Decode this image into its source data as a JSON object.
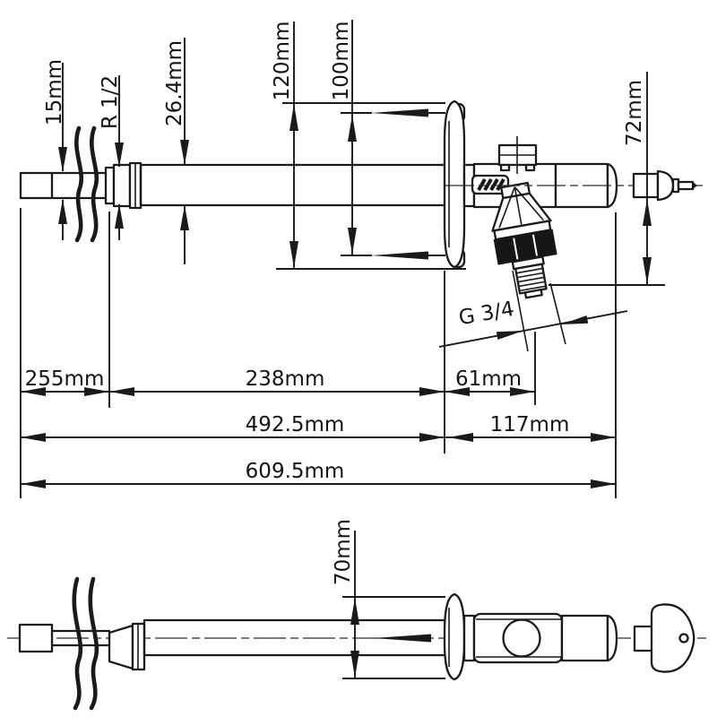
{
  "drawing": {
    "line_color": "#1a1a1a",
    "background_color": "#ffffff",
    "views": [
      "side-elevation",
      "top-view"
    ]
  },
  "side_view": {
    "dimensions": {
      "pipe_end_diameter": "15mm",
      "inlet_thread": "R 1/2",
      "tube_diameter": "26.4mm",
      "flange_height": "120mm",
      "flange_hole_spacing": "100mm",
      "outlet_drop": "72mm",
      "hose_thread": "G 3/4",
      "segment_left": "255mm",
      "segment_middle": "238mm",
      "segment_outlet": "61mm",
      "length_inside_wall": "492.5mm",
      "length_outside_wall": "117mm",
      "length_total": "609.5mm"
    }
  },
  "top_view": {
    "dimensions": {
      "flange_width": "70mm"
    }
  }
}
